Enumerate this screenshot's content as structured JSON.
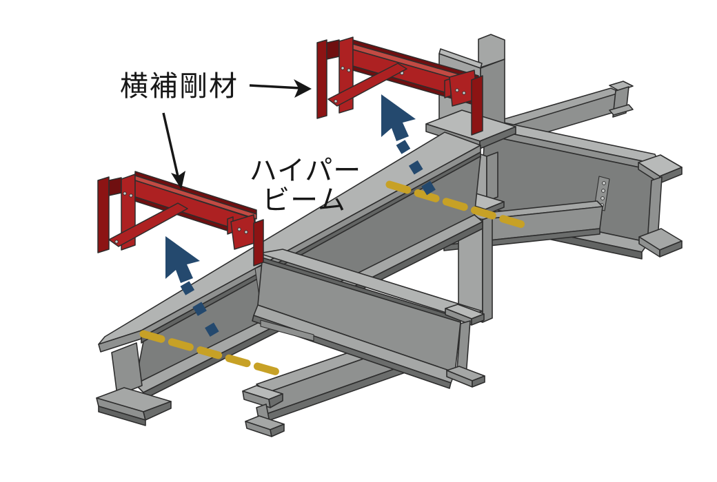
{
  "figure": {
    "type": "3d-steel-framing-illustration",
    "labels": {
      "stiffener": "横補剛材",
      "beam_line1": "ハイパー",
      "beam_line2": "ビーム"
    },
    "annotations": {
      "stiffener_callout_targets": 2,
      "dashed_restraint_lines": 2,
      "navy_arrows": 2
    },
    "colors": {
      "background": "#ffffff",
      "outline": "#2d2d2d",
      "steel_top": "#b2b4b3",
      "steel_light": "#a5a7a6",
      "steel_mid": "#8f9190",
      "steel_dark": "#7c7e7d",
      "steel_deep": "#6b6d6c",
      "steel_edge": "#626463",
      "column_front": "#a3a5a4",
      "column_side": "#8b8d8c",
      "plate_top": "#b8bab9",
      "red_face": "#ad2122",
      "red_dark": "#8c1414",
      "red_deep": "#6f0f10",
      "red_top": "#c24a43",
      "arrow_navy": "#24496e",
      "dash_gold": "#c7a126",
      "label_text": "#171717",
      "hole_fill": "#c9cbca"
    }
  }
}
